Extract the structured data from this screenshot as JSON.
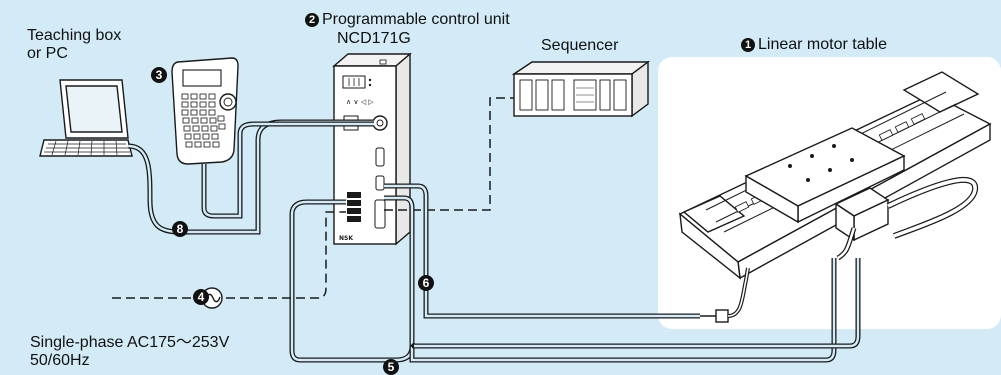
{
  "labels": {
    "teaching_box_line1": "Teaching box",
    "teaching_box_line2": "or PC",
    "control_unit_line1": "Programmable control unit",
    "control_unit_line2": "NCD171G",
    "sequencer": "Sequencer",
    "linear_motor_table": "Linear motor table",
    "power_line1": "Single-phase AC175～253V",
    "power_line2": "50/60Hz"
  },
  "badges": {
    "b1": "1",
    "b2": "2",
    "b3": "3",
    "b4": "4",
    "b5": "5",
    "b6": "6",
    "b8": "8"
  },
  "colors": {
    "background": "#d3ebf7",
    "table_panel": "#ffffff",
    "line": "#1a1a1a",
    "badge": "#111111"
  }
}
